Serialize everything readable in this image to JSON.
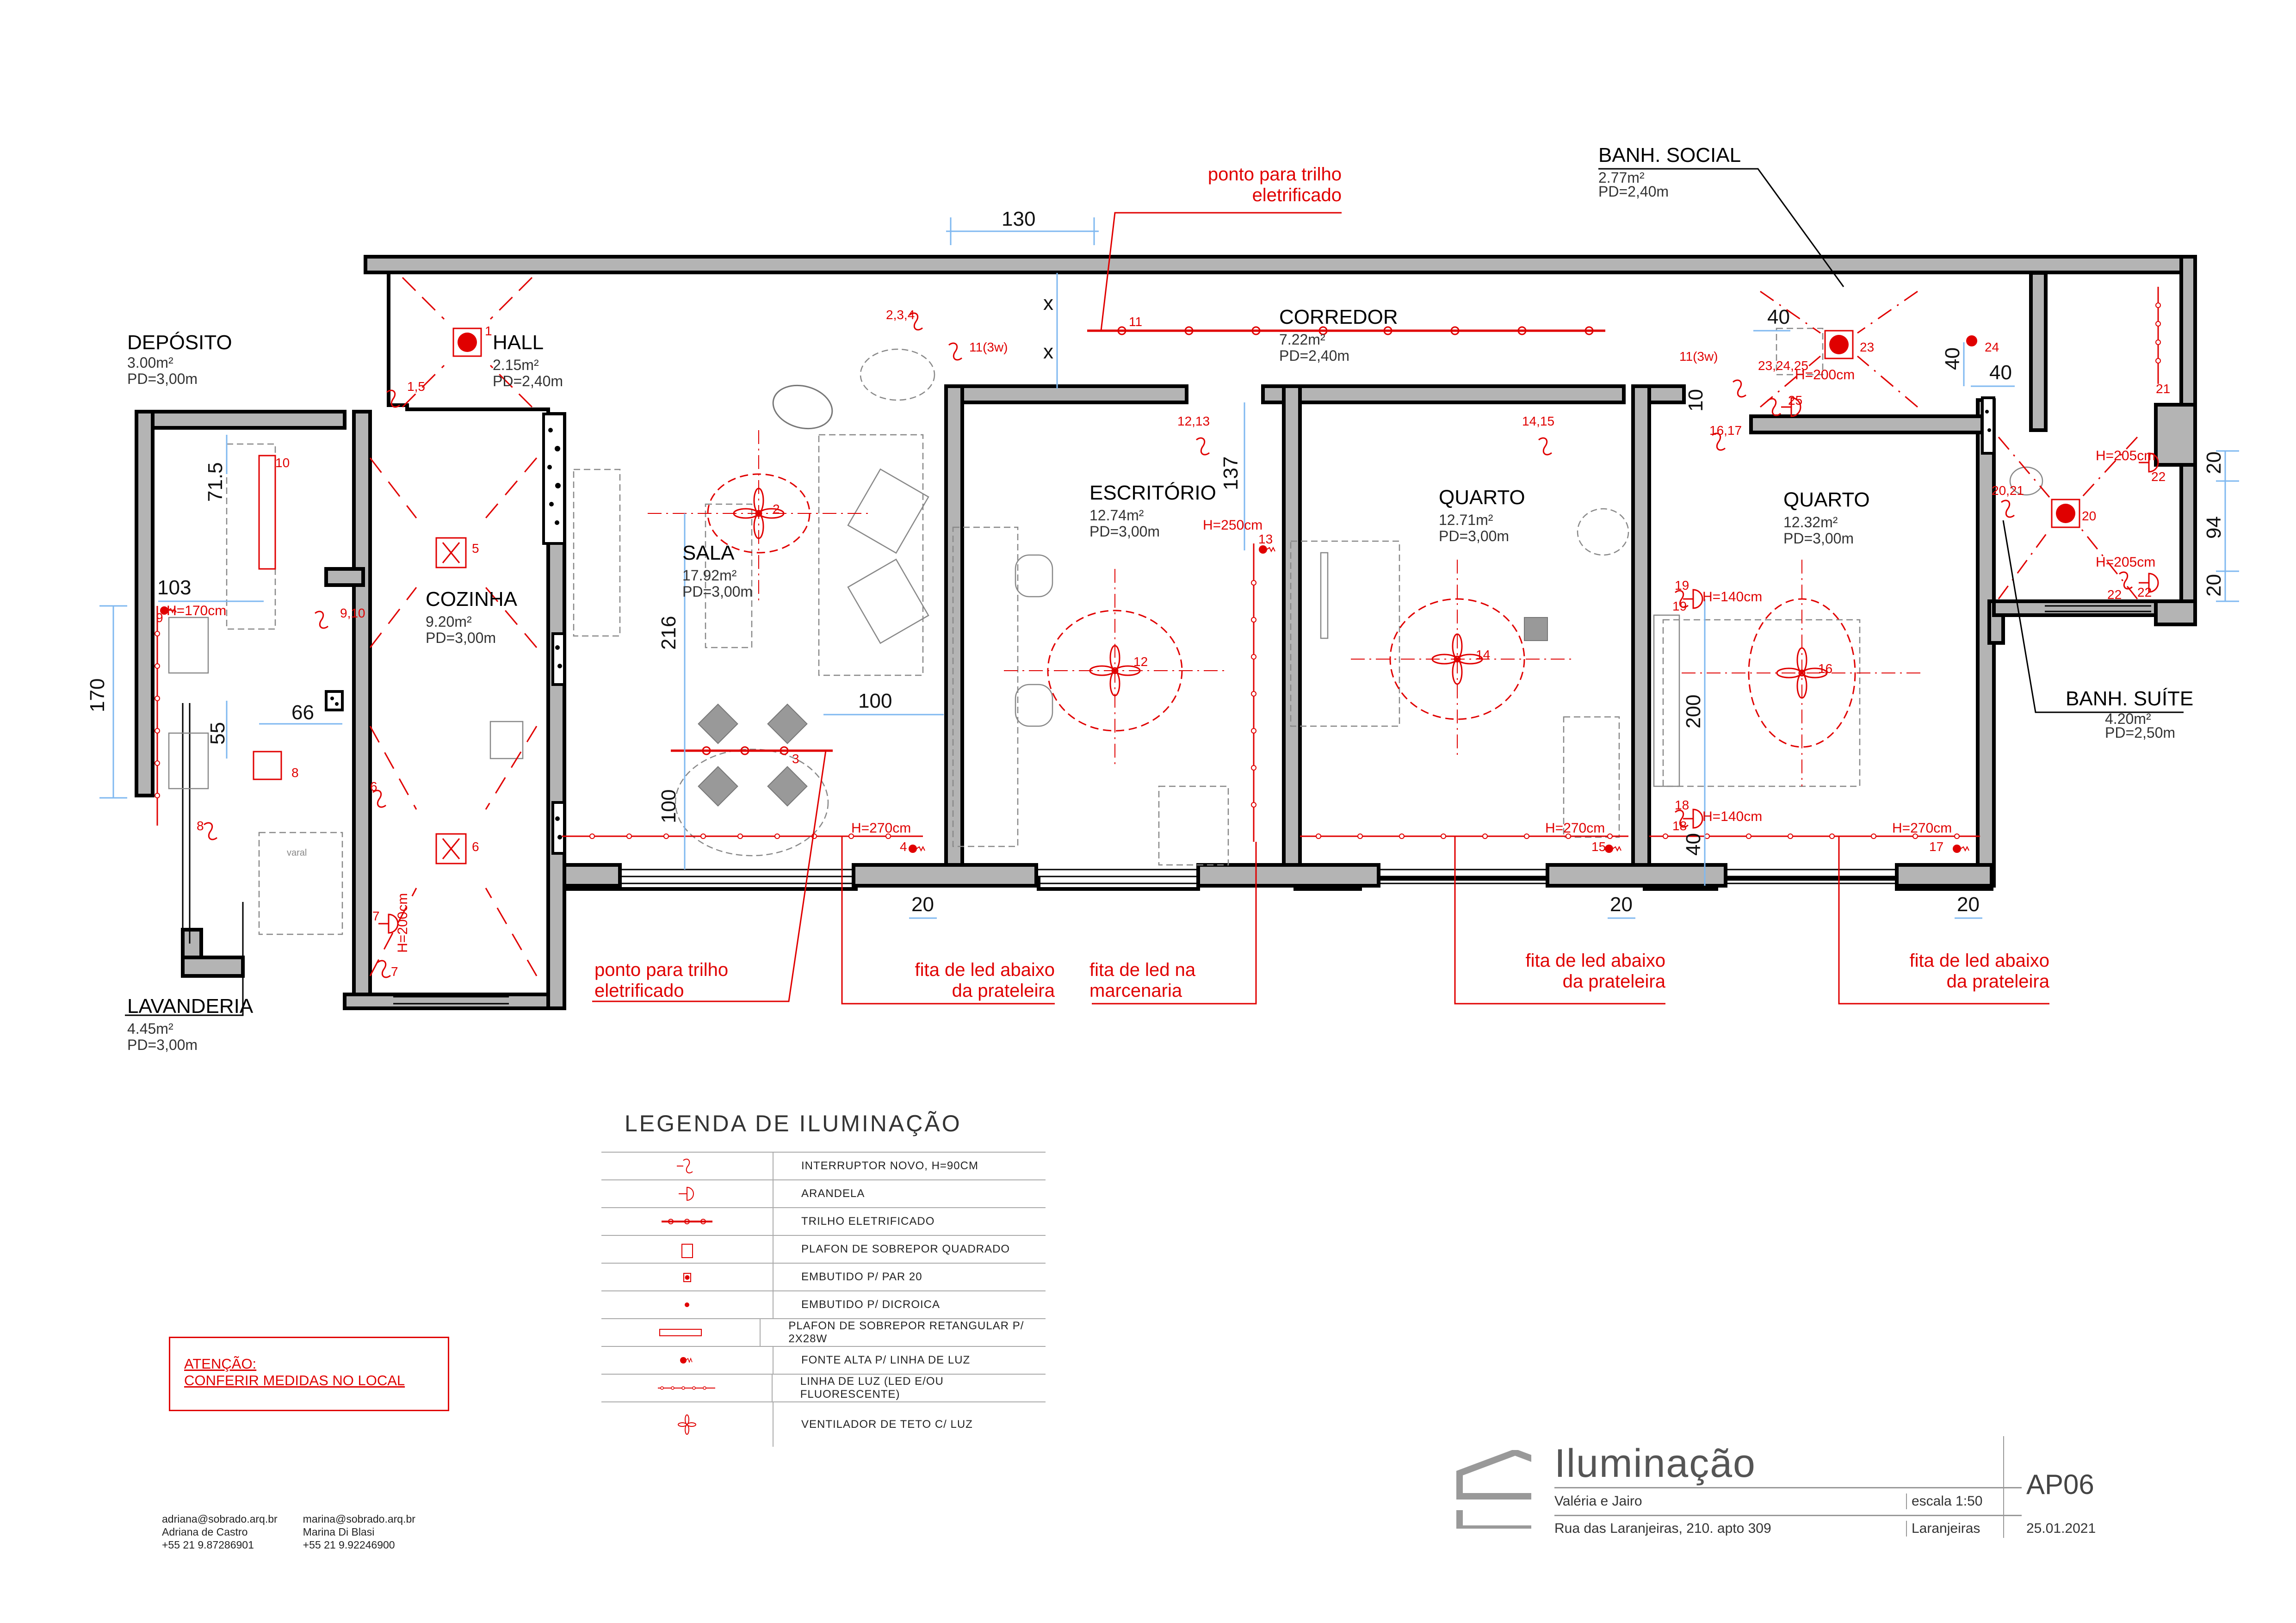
{
  "colors": {
    "lighting_red": "#e00000",
    "wall_fill": "#b4b4b4",
    "dimension_blue": "#7fb8f0",
    "furniture_gray": "#888888"
  },
  "rooms": [
    {
      "name": "DEPÓSITO",
      "area": "3.00m²",
      "pd": "PD=3,00m"
    },
    {
      "name": "HALL",
      "area": "2.15m²",
      "pd": "PD=2,40m"
    },
    {
      "name": "COZINHA",
      "area": "9.20m²",
      "pd": "PD=3,00m"
    },
    {
      "name": "SALA",
      "area": "17.92m²",
      "pd": "PD=3,00m"
    },
    {
      "name": "CORREDOR",
      "area": "7.22m²",
      "pd": "PD=2,40m"
    },
    {
      "name": "ESCRITÓRIO",
      "area": "12.74m²",
      "pd": "PD=3,00m"
    },
    {
      "name": "QUARTO",
      "area": "12.71m²",
      "pd": "PD=3,00m"
    },
    {
      "name": "QUARTO",
      "area": "12.32m²",
      "pd": "PD=3,00m"
    },
    {
      "name": "BANH. SOCIAL",
      "area": "2.77m²",
      "pd": "PD=2,40m"
    },
    {
      "name": "BANH. SUÍTE",
      "area": "4.20m²",
      "pd": "PD=2,50m"
    },
    {
      "name": "LAVANDERIA",
      "area": "4.45m²",
      "pd": "PD=3,00m"
    }
  ],
  "dimensions": {
    "d130": "130",
    "d71_5": "71.5",
    "d103": "103",
    "d170": "170",
    "d55": "55",
    "d66": "66",
    "d216": "216",
    "d100a": "100",
    "d100b": "100",
    "d137": "137",
    "d40a": "40",
    "d40b": "40",
    "d40c": "40",
    "d10": "10",
    "d200": "200",
    "d40d": "40",
    "d20r1": "20",
    "d94": "94",
    "d20r2": "20",
    "d20b1": "20",
    "d20b2": "20",
    "d20b3": "20",
    "x1": "x",
    "x2": "x"
  },
  "circuit_labels": {
    "c1": "1",
    "c1_5": "1,5",
    "c2": "2",
    "c2_3_4": "2,3,4",
    "c3": "3",
    "c4": "4",
    "c5": "5",
    "c6a": "6",
    "c6b": "6",
    "c7a": "7",
    "c7b": "7",
    "c8a": "8",
    "c8b": "8",
    "c9": "9",
    "c9_10": "9,10",
    "c10": "10",
    "c11": "11",
    "c11_3w_a": "11(3w)",
    "c11_3w_b": "11(3w)",
    "c12": "12",
    "c12_13": "12,13",
    "c13": "13",
    "c14": "14",
    "c14_15": "14,15",
    "c15": "15",
    "c16": "16",
    "c16_17": "16,17",
    "c17": "17",
    "c18a": "18",
    "c18b": "18",
    "c19a": "19",
    "c19b": "19",
    "c20": "20",
    "c20_21": "20,21",
    "c21": "21",
    "c22a": "22",
    "c22b": "22",
    "c22c": "22",
    "c23": "23",
    "c23_24_25": "23,24,25",
    "c24": "24",
    "c25": "25"
  },
  "heights": {
    "h170": "H=170cm",
    "h200a": "H=200cm",
    "h200b": "H=200cm",
    "h250": "H=250cm",
    "h270a": "H=270cm",
    "h270b": "H=270cm",
    "h270c": "H=270cm",
    "h140a": "H=140cm",
    "h140b": "H=140cm",
    "h205a": "H=205cm",
    "h205b": "H=205cm"
  },
  "annotations": {
    "top_trilho_l1": "ponto para trilho",
    "top_trilho_l2": "eletrificado",
    "bot_trilho_l1": "ponto para trilho",
    "bot_trilho_l2": "eletrificado",
    "fita1_l1": "fita de led abaixo",
    "fita1_l2": "da prateleira",
    "fita2_l1": "fita de led na",
    "fita2_l2": "marcenaria",
    "fita3_l1": "fita de led abaixo",
    "fita3_l2": "da prateleira",
    "fita4_l1": "fita de led abaixo",
    "fita4_l2": "da prateleira",
    "varal": "varal"
  },
  "legend": {
    "title": "LEGENDA DE ILUMINAÇÃO",
    "items": [
      {
        "symbol": "switch-icon",
        "label": "INTERRUPTOR NOVO, H=90CM"
      },
      {
        "symbol": "wall-sconce-icon",
        "label": "ARANDELA"
      },
      {
        "symbol": "electrified-track-icon",
        "label": "TRILHO ELETRIFICADO"
      },
      {
        "symbol": "square-ceiling-light-icon",
        "label": "PLAFON DE SOBREPOR QUADRADO"
      },
      {
        "symbol": "recessed-par20-icon",
        "label": "EMBUTIDO P/ PAR 20"
      },
      {
        "symbol": "recessed-dichroic-icon",
        "label": "EMBUTIDO P/ DICROICA"
      },
      {
        "symbol": "rectangular-ceiling-light-icon",
        "label": "PLAFON DE SOBREPOR RETANGULAR P/ 2X28W"
      },
      {
        "symbol": "high-source-icon",
        "label": "FONTE ALTA P/ LINHA DE LUZ"
      },
      {
        "symbol": "light-line-icon",
        "label": "LINHA DE LUZ (LED E/OU FLUORESCENTE)"
      },
      {
        "symbol": "ceiling-fan-light-icon",
        "label": "VENTILADOR DE TETO C/ LUZ"
      }
    ]
  },
  "attention": {
    "line1": "ATENÇÃO:",
    "line2": "CONFERIR MEDIDAS NO LOCAL"
  },
  "contacts": [
    {
      "email": "adriana@sobrado.arq.br",
      "name": "Adriana de Castro",
      "phone": "+55 21 9.87286901"
    },
    {
      "email": "marina@sobrado.arq.br",
      "name": "Marina Di Blasi",
      "phone": "+55 21 9.92246900"
    }
  ],
  "title_block": {
    "title": "Iluminação",
    "client": "Valéria e Jairo",
    "scale": "escala 1:50",
    "address": "Rua das Laranjeiras, 210. apto 309",
    "neighborhood": "Laranjeiras",
    "sheet_code": "AP06",
    "date": "25.01.2021"
  }
}
